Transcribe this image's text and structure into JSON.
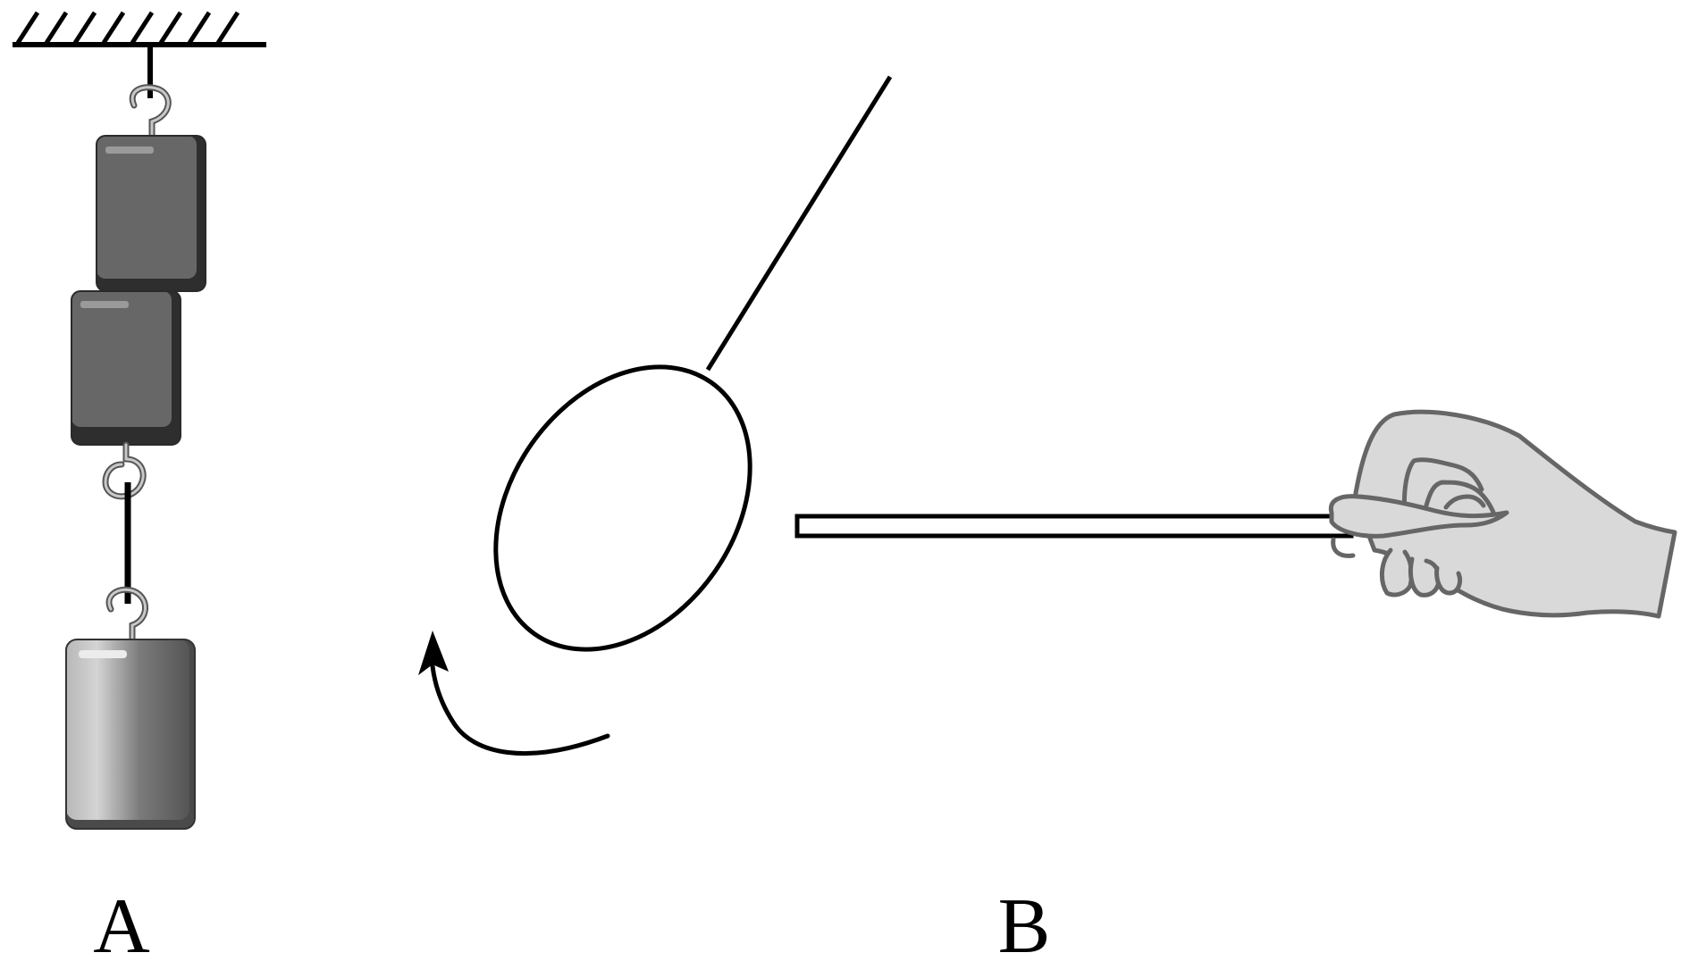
{
  "labels": {
    "panel_a": "A",
    "panel_b": "B"
  },
  "colors": {
    "stroke": "#000000",
    "dark_weight": "#5f5f5f",
    "dark_weight_shadow": "#2e2e2e",
    "light_weight_left": "#d2d2d2",
    "light_weight_right": "#5a5a5a",
    "hook": "#8a8a8a",
    "hand_fill": "#d9d9d9",
    "hand_outline": "#6a6a6a"
  },
  "icons": [
    "ceiling-support",
    "hook",
    "weight",
    "loop",
    "rotation-arrow",
    "rod",
    "hand"
  ]
}
